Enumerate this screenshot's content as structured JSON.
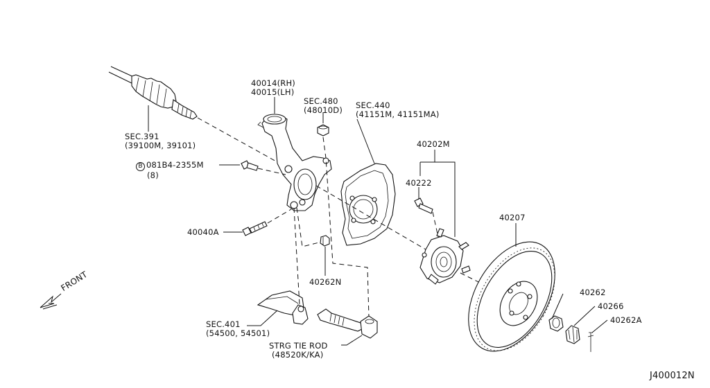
{
  "diagram_code": "J400012N",
  "front_label": "FRONT",
  "labels": {
    "sec391": {
      "line1": "SEC.391",
      "line2": "(39100M, 39101)"
    },
    "knuckle": {
      "line1": "40014(RH)",
      "line2": "40015(LH)"
    },
    "sec480": {
      "line1": "SEC.480",
      "line2": "(48010D)"
    },
    "sec440": {
      "line1": "SEC.440",
      "line2": "(41151M, 41151MA)"
    },
    "bolt_b": {
      "prefix": "B",
      "line1": "081B4-2355M",
      "line2": "(8)"
    },
    "p40202M": "40202M",
    "p40222": "40222",
    "p40040A": "40040A",
    "p40207": "40207",
    "p40262N": "40262N",
    "p40262": "40262",
    "p40266": "40266",
    "p40262A": "40262A",
    "sec401": {
      "line1": "SEC.401",
      "line2": "(54500, 54501)"
    },
    "tierod": {
      "line1": "STRG TIE ROD",
      "line2": "(48520K/KA)"
    }
  }
}
